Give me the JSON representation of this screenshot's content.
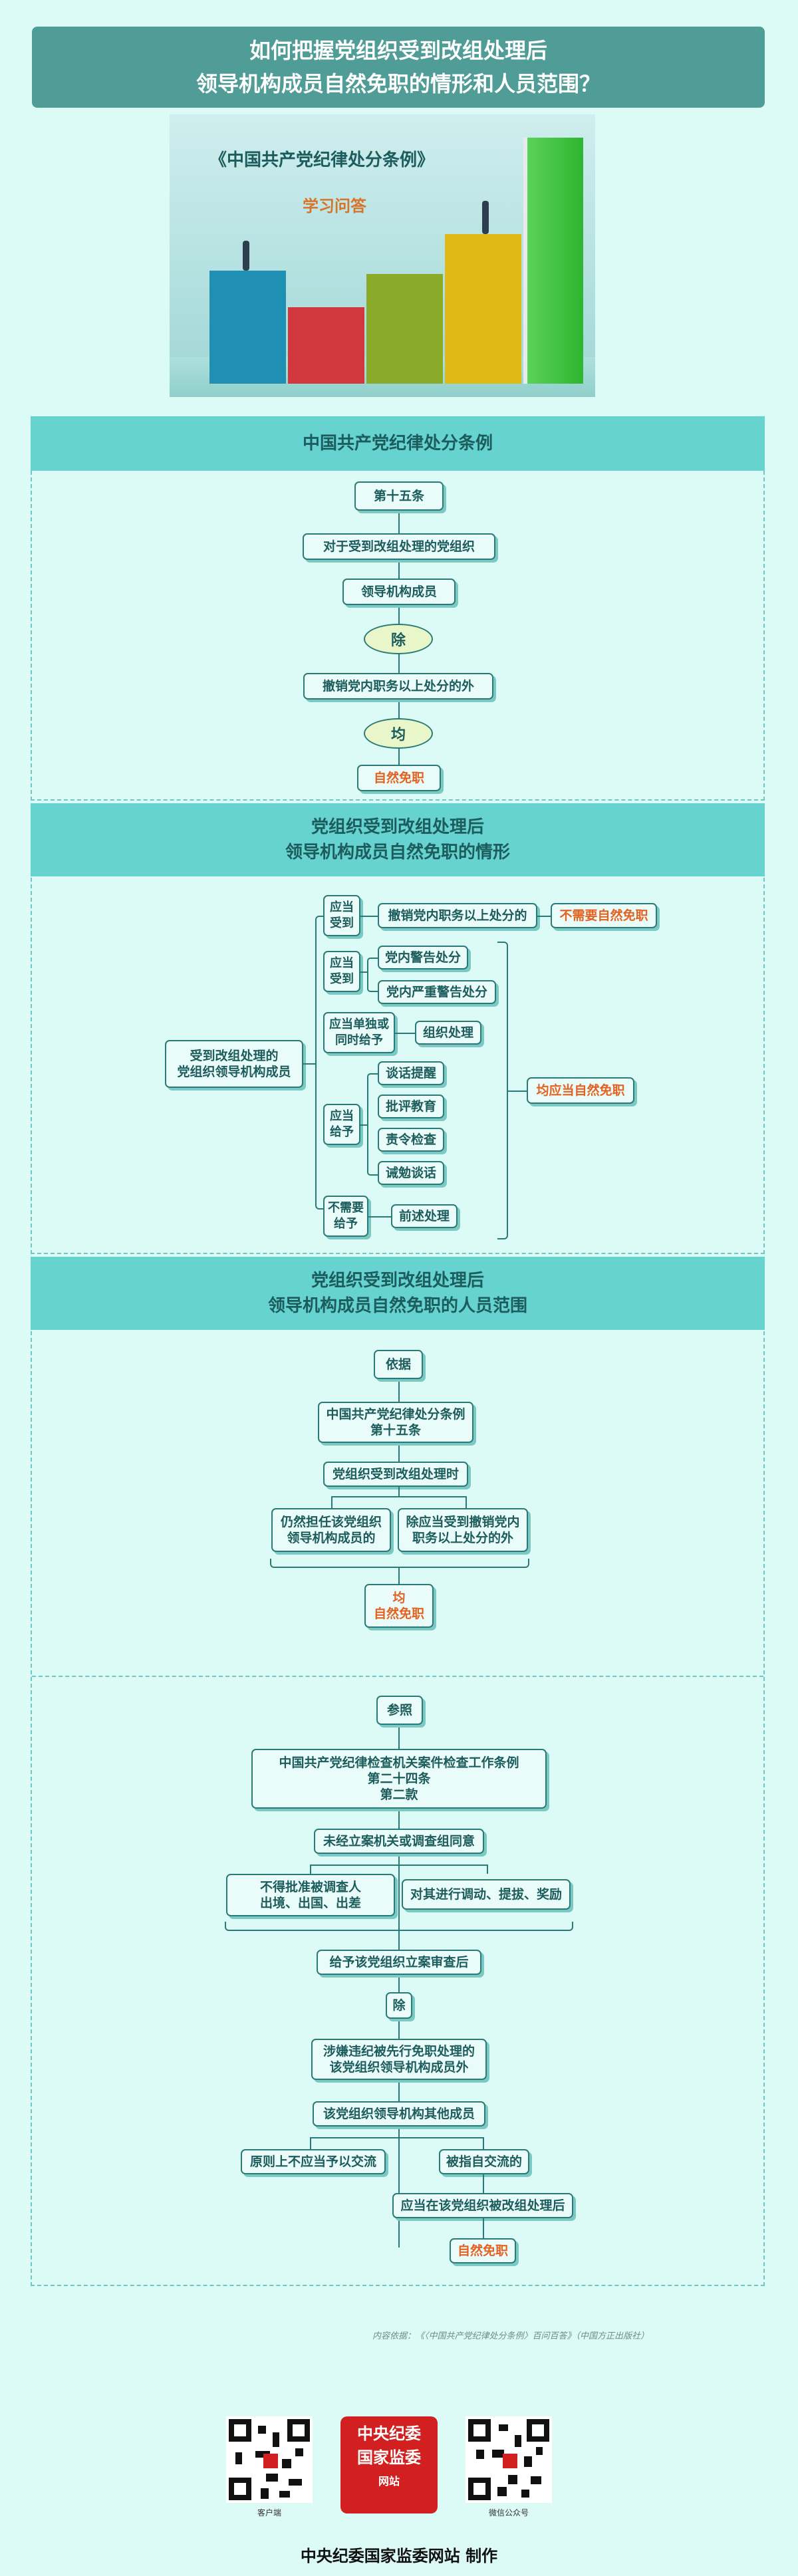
{
  "title": {
    "line1": "如何把握党组织受到改组处理后",
    "line2": "领导机构成员自然免职的情形和人员范围？"
  },
  "hero": {
    "book": "《中国共产党纪律处分条例》",
    "subtitle": "学习问答"
  },
  "section1": {
    "header": "中国共产党纪律处分条例",
    "nodes": [
      "第十五条",
      "对于受到改组处理的党组织",
      "领导机构成员",
      "除",
      "撤销党内职务以上处分的外",
      "均",
      "自然免职"
    ]
  },
  "section2": {
    "header_line1": "党组织受到改组处理后",
    "header_line2": "领导机构成员自然免职的情形",
    "root": "受到改组处理的\n党组织领导机构成员",
    "b1": "应当\n受到",
    "b1c": "撤销党内职务以上处分的",
    "b1r": "不需要自然免职",
    "b2": "应当\n受到",
    "b2c1": "党内警告处分",
    "b2c2": "党内严重警告处分",
    "b3": "应当单独或\n同时给予",
    "b3c": "组织处理",
    "b4": "应当\n给予",
    "b4c": [
      "谈话提醒",
      "批评教育",
      "责令检查",
      "诫勉谈话"
    ],
    "b5": "不需要\n给予",
    "b5c": "前述处理",
    "result": "均应当自然免职"
  },
  "section3": {
    "header_line1": "党组织受到改组处理后",
    "header_line2": "领导机构成员自然免职的人员范围",
    "basis": "依据",
    "basis_doc": "中国共产党纪律处分条例\n第十五条",
    "when": "党组织受到改组处理时",
    "left": "仍然担任该党组织\n领导机构成员的",
    "right": "除应当受到撤销党内\n职务以上处分的外",
    "result1": "均",
    "result2": "自然免职",
    "ref": "参照",
    "ref_doc": "中国共产党纪律检查机关案件检查工作条例\n第二十四条\n第二款",
    "n1": "未经立案机关或调查组同意",
    "n2a": "不得批准被调查人\n出境、出国、出差",
    "n2b": "对其进行调动、提拔、奖励",
    "n3": "给予该党组织立案审查后",
    "n4": "除",
    "n5": "涉嫌违纪被先行免职处理的\n该党组织领导机构成员外",
    "n6": "该党组织领导机构其他成员",
    "n7a": "原则上不应当予以交流",
    "n7b": "被指自交流的",
    "n8": "应当在该党组织被改组处理后",
    "n9": "自然免职"
  },
  "source": "内容依据：《〈中国共产党纪律处分条例〉百问百答》（中国方正出版社）",
  "qr_left_label": "客户端",
  "qr_right_label": "微信公众号",
  "seal": {
    "line1": "中央纪委",
    "line2": "国家监委",
    "line3": "网站"
  },
  "footer": "中央纪委国家监委网站 制作",
  "colors": {
    "bg": "#dcfbf7",
    "header": "#66d3d0",
    "accent": "#e3621f",
    "line": "#2a7a78"
  }
}
